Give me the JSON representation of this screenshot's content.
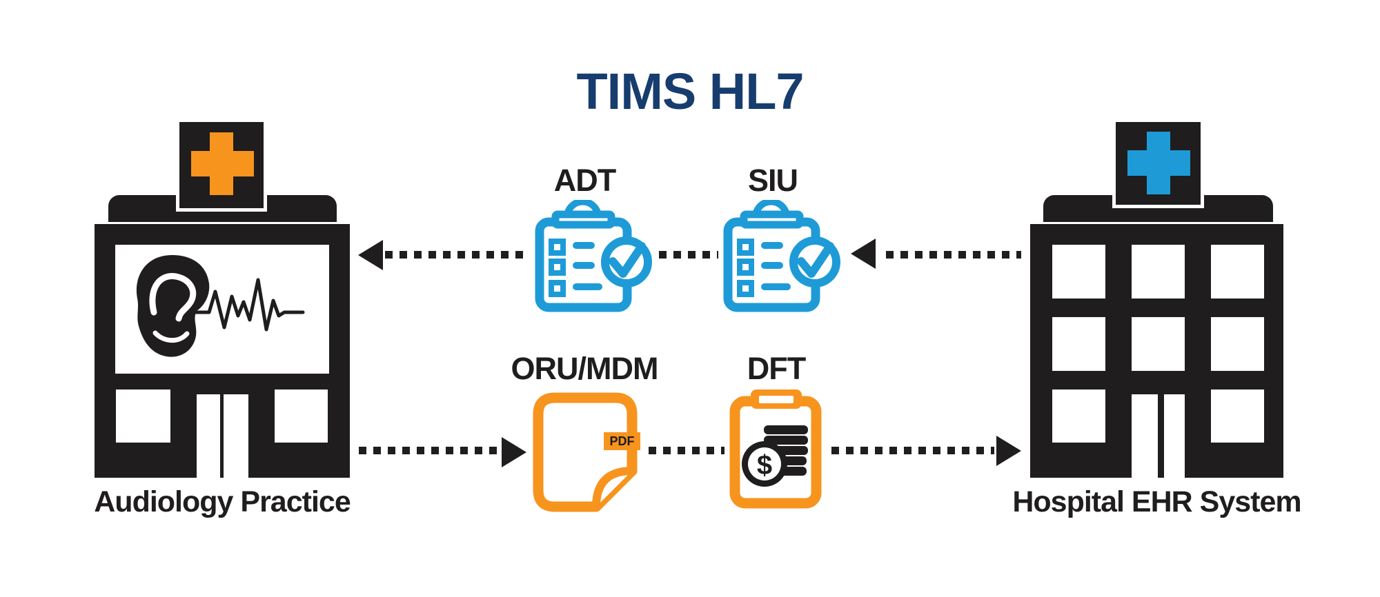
{
  "title": {
    "text": "TIMS HL7"
  },
  "palette": {
    "navy": "#173d6f",
    "blue": "#1e9bd7",
    "orange": "#f7941e",
    "ink": "#1f1d1d"
  },
  "nodes": {
    "audiology": {
      "label": "Audiology Practice",
      "icon": "audiology-clinic-building-icon",
      "cross_color": "#f7941e"
    },
    "hospital": {
      "label": "Hospital EHR System",
      "icon": "hospital-building-icon",
      "cross_color": "#1e9bd7"
    }
  },
  "flows": {
    "top": {
      "direction": "hospital-to-audiology",
      "items": [
        {
          "label": "ADT",
          "icon": "clipboard-check-icon",
          "color": "#1e9bd7"
        },
        {
          "label": "SIU",
          "icon": "clipboard-check-icon",
          "color": "#1e9bd7"
        }
      ]
    },
    "bottom": {
      "direction": "audiology-to-hospital",
      "items": [
        {
          "label": "ORU/MDM",
          "icon": "pdf-document-icon",
          "badge": "PDF",
          "color": "#f7941e"
        },
        {
          "label": "DFT",
          "icon": "billing-clipboard-icon",
          "symbol": "$",
          "color": "#f7941e"
        }
      ]
    }
  }
}
